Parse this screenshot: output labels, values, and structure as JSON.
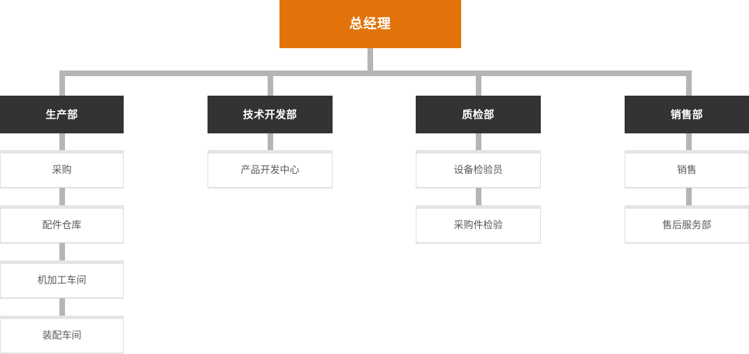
{
  "diagram": {
    "title_text": "总经理",
    "colors": {
      "root_bg": "#e2730a",
      "root_text": "#ffffff",
      "dept_bg": "#333333",
      "dept_text": "#ffffff",
      "leaf_bg": "#ffffff",
      "leaf_text": "#595959",
      "leaf_border": "#dcdcdc",
      "connector": "#b5b5b5",
      "canvas_bg": "#ffffff"
    },
    "root": {
      "label": "总经理"
    },
    "departments": [
      {
        "label": "生产部",
        "children": [
          {
            "label": "采购"
          },
          {
            "label": "配件仓库"
          },
          {
            "label": "机加工车间"
          },
          {
            "label": "装配车间"
          }
        ]
      },
      {
        "label": "技术开发部",
        "children": [
          {
            "label": "产品开发中心"
          }
        ]
      },
      {
        "label": "质检部",
        "children": [
          {
            "label": "设备检验员"
          },
          {
            "label": "采购件检验"
          }
        ]
      },
      {
        "label": "销售部",
        "children": [
          {
            "label": "销售"
          },
          {
            "label": "售后服务部"
          }
        ]
      }
    ]
  }
}
